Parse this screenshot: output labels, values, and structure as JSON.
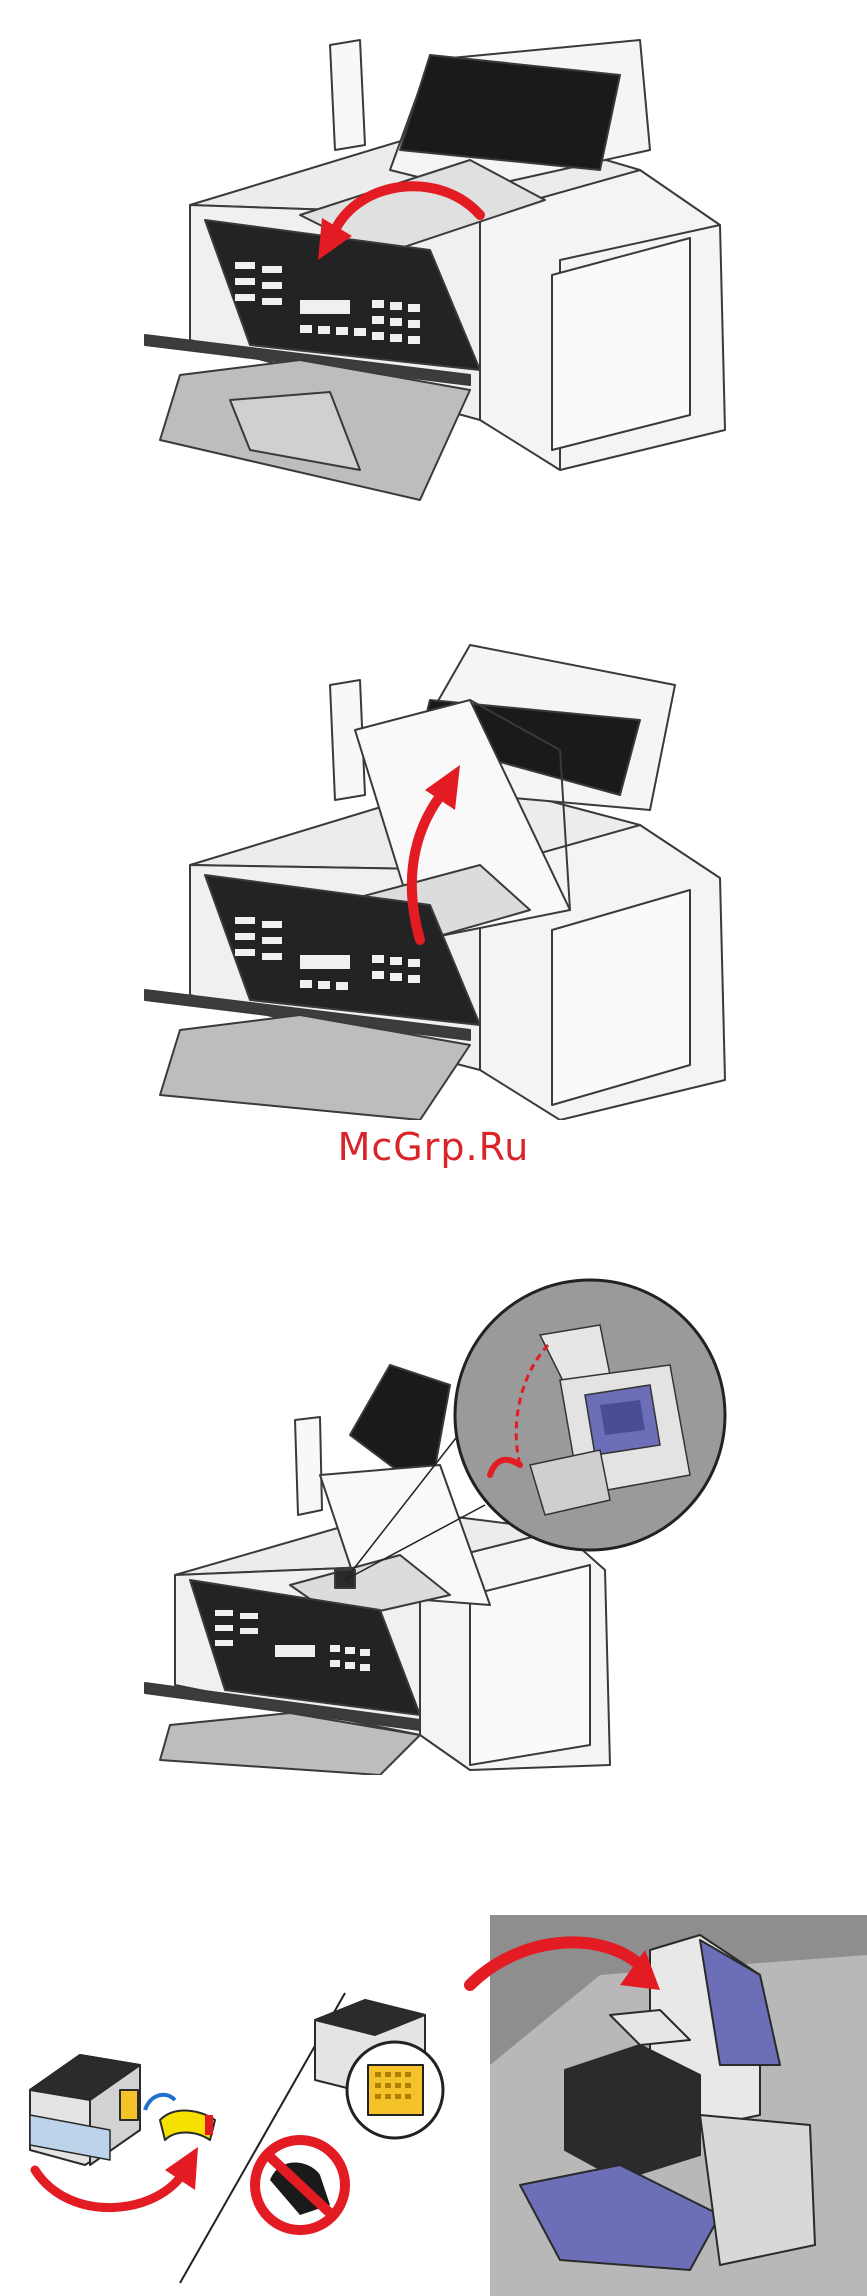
{
  "watermark": {
    "text": "McGrp.Ru"
  },
  "colors": {
    "arrow": "#e31b23",
    "outline": "#3a3a3a",
    "dark_panel": "#232323",
    "tray": "#bdbdbd",
    "body": "#f4f4f4",
    "carrier_blue": "#6c6fb8",
    "cartridge_label": "#f6c22a"
  },
  "figures": [
    {
      "step": "open-control-panel",
      "icons": [
        "printer-illustration",
        "curved-arrow-icon"
      ]
    },
    {
      "step": "lift-scanner-unit",
      "icons": [
        "printer-illustration",
        "up-arrow-icon"
      ]
    },
    {
      "step": "open-cartridge-carrier-lid",
      "icons": [
        "printer-illustration",
        "magnifier-inset",
        "curved-arrow-icon"
      ]
    },
    {
      "step": "remove-tape-and-insert-cartridge",
      "icons": [
        "cartridge-tape-icon",
        "no-touch-contacts-icon",
        "insert-cartridge-icon"
      ]
    }
  ]
}
